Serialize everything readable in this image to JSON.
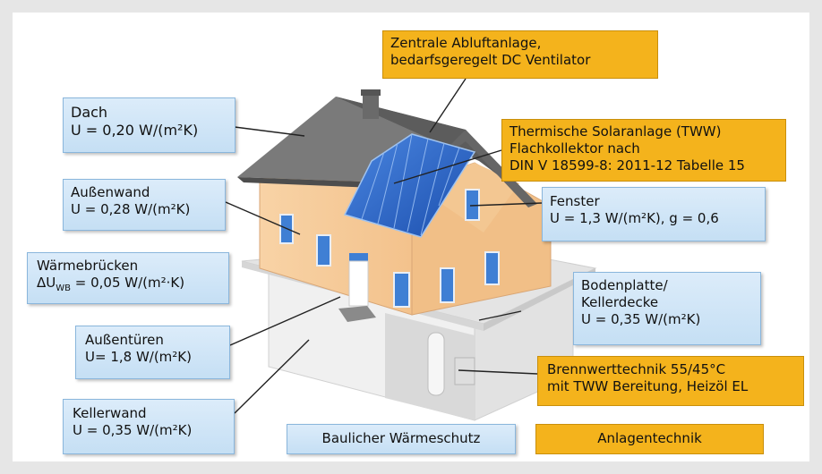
{
  "labels": {
    "abluft": {
      "line1": "Zentrale Abluftanlage,",
      "line2": "bedarfsgeregelt DC Ventilator"
    },
    "dach": {
      "line1": "Dach",
      "line2": "U = 0,20 W/(m²K)"
    },
    "solar": {
      "line1": "Thermische Solaranlage (TWW)",
      "line2": "Flachkollektor nach",
      "line3": "DIN V 18599-8: 2011-12 Tabelle 15"
    },
    "aussenwand": {
      "line1": "Außenwand",
      "line2": "U = 0,28 W/(m²K)"
    },
    "fenster": {
      "line1": "Fenster",
      "line2": "U = 1,3 W/(m²K), g = 0,6"
    },
    "waermebruecken": {
      "line1": "Wärmebrücken",
      "line2_pre": "ΔU",
      "line2_sub": "WB",
      "line2_post": " = 0,05 W/(m²·K)"
    },
    "bodenplatte": {
      "line1": "Bodenplatte/",
      "line2": "Kellerdecke",
      "line3": "U = 0,35 W/(m²K)"
    },
    "aussentueren": {
      "line1": "Außentüren",
      "line2": "U=  1,8 W/(m²K)"
    },
    "brennwert": {
      "line1": "Brennwerttechnik 55/45°C",
      "line2": "mit TWW Bereitung, Heizöl EL"
    },
    "kellerwand": {
      "line1": "Kellerwand",
      "line2": "U = 0,35 W/(m²K)"
    },
    "baulich": {
      "text": "Baulicher Wärmeschutz"
    },
    "anlagen": {
      "text": "Anlagentechnik"
    }
  },
  "colors": {
    "blue_box": "#c9e2f6",
    "orange_box": "#f4b31c",
    "wall": "#f7cc9b",
    "roof": "#6b6b6b",
    "solar_panel": "#2a63c8"
  }
}
